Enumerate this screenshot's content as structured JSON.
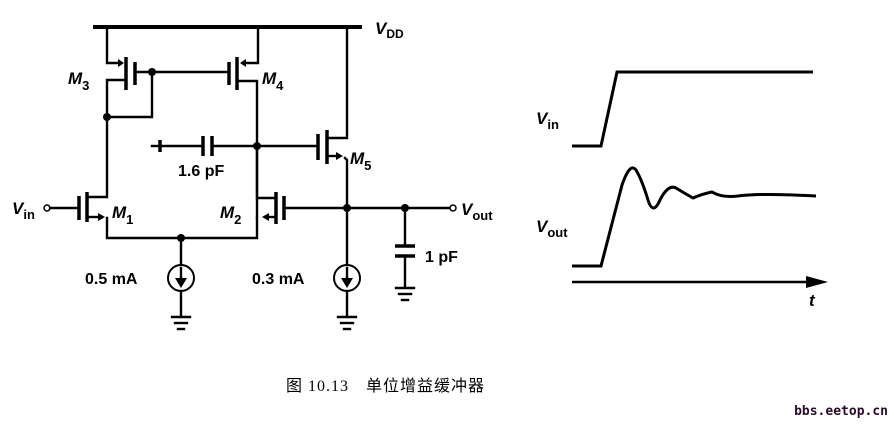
{
  "circuit": {
    "supply_label": "V",
    "supply_sub": "DD",
    "transistors": [
      {
        "name": "M",
        "sub": "3",
        "type": "PMOS"
      },
      {
        "name": "M",
        "sub": "4",
        "type": "PMOS"
      },
      {
        "name": "M",
        "sub": "5",
        "type": "NMOS"
      },
      {
        "name": "M",
        "sub": "1",
        "type": "NMOS"
      },
      {
        "name": "M",
        "sub": "2",
        "type": "NMOS"
      }
    ],
    "input_label": "V",
    "input_sub": "in",
    "output_label": "V",
    "output_sub": "out",
    "comp_cap": "1.6 pF",
    "load_cap": "1 pF",
    "tail_current": "0.5 mA",
    "output_current": "0.3 mA"
  },
  "waveform": {
    "vin_label": "V",
    "vin_sub": "in",
    "vout_label": "V",
    "vout_sub": "out",
    "time_label": "t"
  },
  "caption": "图 10.13　单位增益缓冲器",
  "watermark": "bbs.eetop.cn"
}
